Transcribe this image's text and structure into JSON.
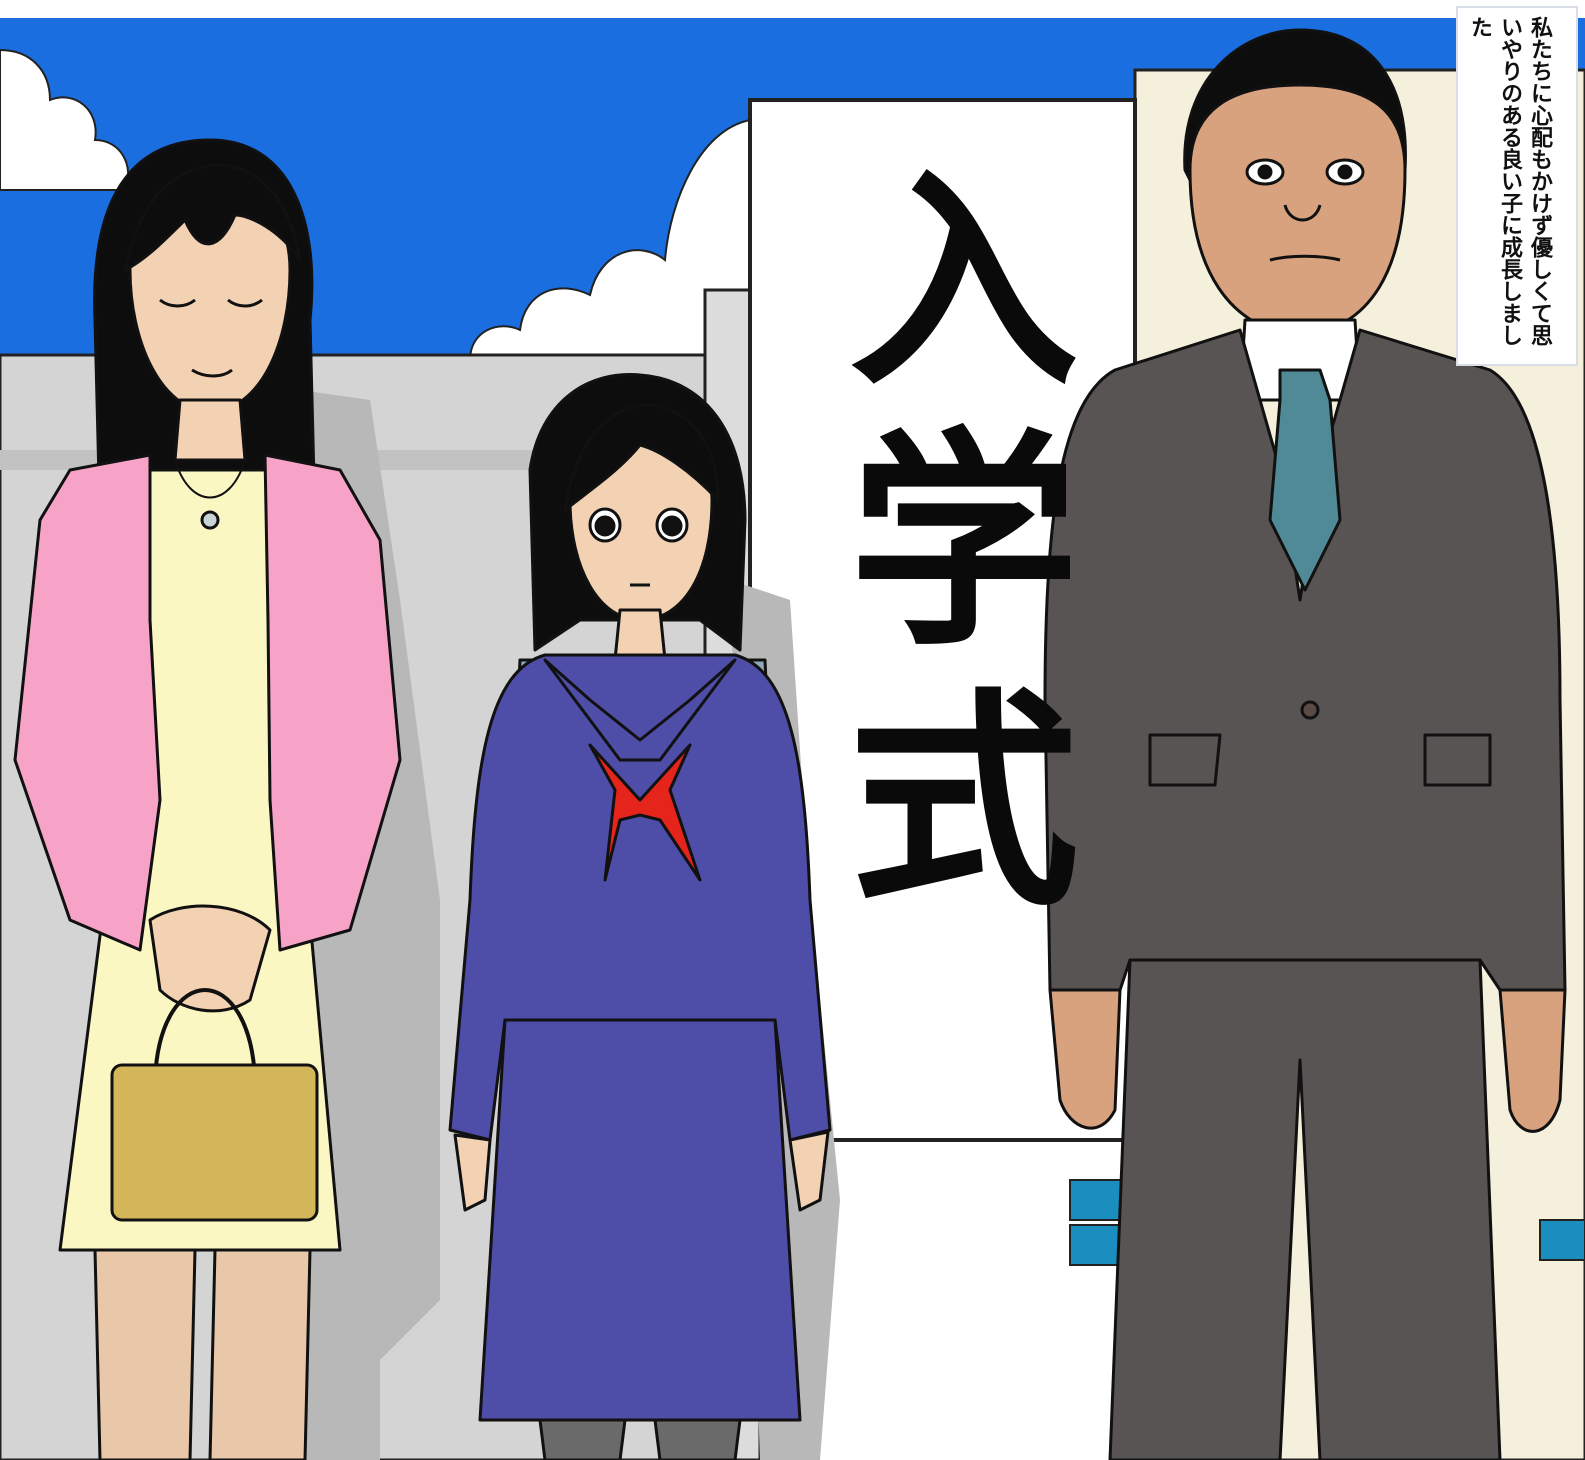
{
  "scene": {
    "sign_text": "入学式",
    "narration_text": "私たちに心配もかけず優しくて思いやりのある良い子に成長しました",
    "palette": {
      "sky": "#1a6ee0",
      "cloud": "#ffffff",
      "wall": "#d4d4d4",
      "mother_cardigan": "#f7a3c8",
      "mother_dress": "#fbf7c2",
      "bag": "#d4b65a",
      "uniform": "#4e4da8",
      "scarf": "#e5241b",
      "backpack": "#8fa7b8",
      "suit": "#585454",
      "tie": "#4f8a96",
      "skin": "#f3d2b4",
      "father_skin": "#d9a27f"
    },
    "characters": [
      "mother",
      "daughter",
      "father"
    ]
  }
}
